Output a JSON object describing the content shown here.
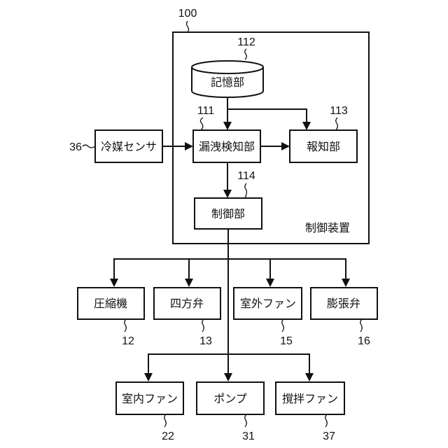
{
  "device": {
    "ref": "100",
    "label": "制御装置"
  },
  "blocks": {
    "storage": {
      "label": "記憶部",
      "ref": "112"
    },
    "leak": {
      "label": "漏洩検知部",
      "ref": "111"
    },
    "notify": {
      "label": "報知部",
      "ref": "113"
    },
    "control": {
      "label": "制御部",
      "ref": "114"
    },
    "sensor": {
      "label": "冷媒センサ",
      "ref": "36"
    },
    "compressor": {
      "label": "圧縮機",
      "ref": "12"
    },
    "fourway": {
      "label": "四方弁",
      "ref": "13"
    },
    "outdoor_fan": {
      "label": "室外ファン",
      "ref": "15"
    },
    "expansion": {
      "label": "膨張弁",
      "ref": "16"
    },
    "indoor_fan": {
      "label": "室内ファン",
      "ref": "22"
    },
    "pump": {
      "label": "ポンプ",
      "ref": "31"
    },
    "stir_fan": {
      "label": "撹拌ファン",
      "ref": "37"
    }
  }
}
